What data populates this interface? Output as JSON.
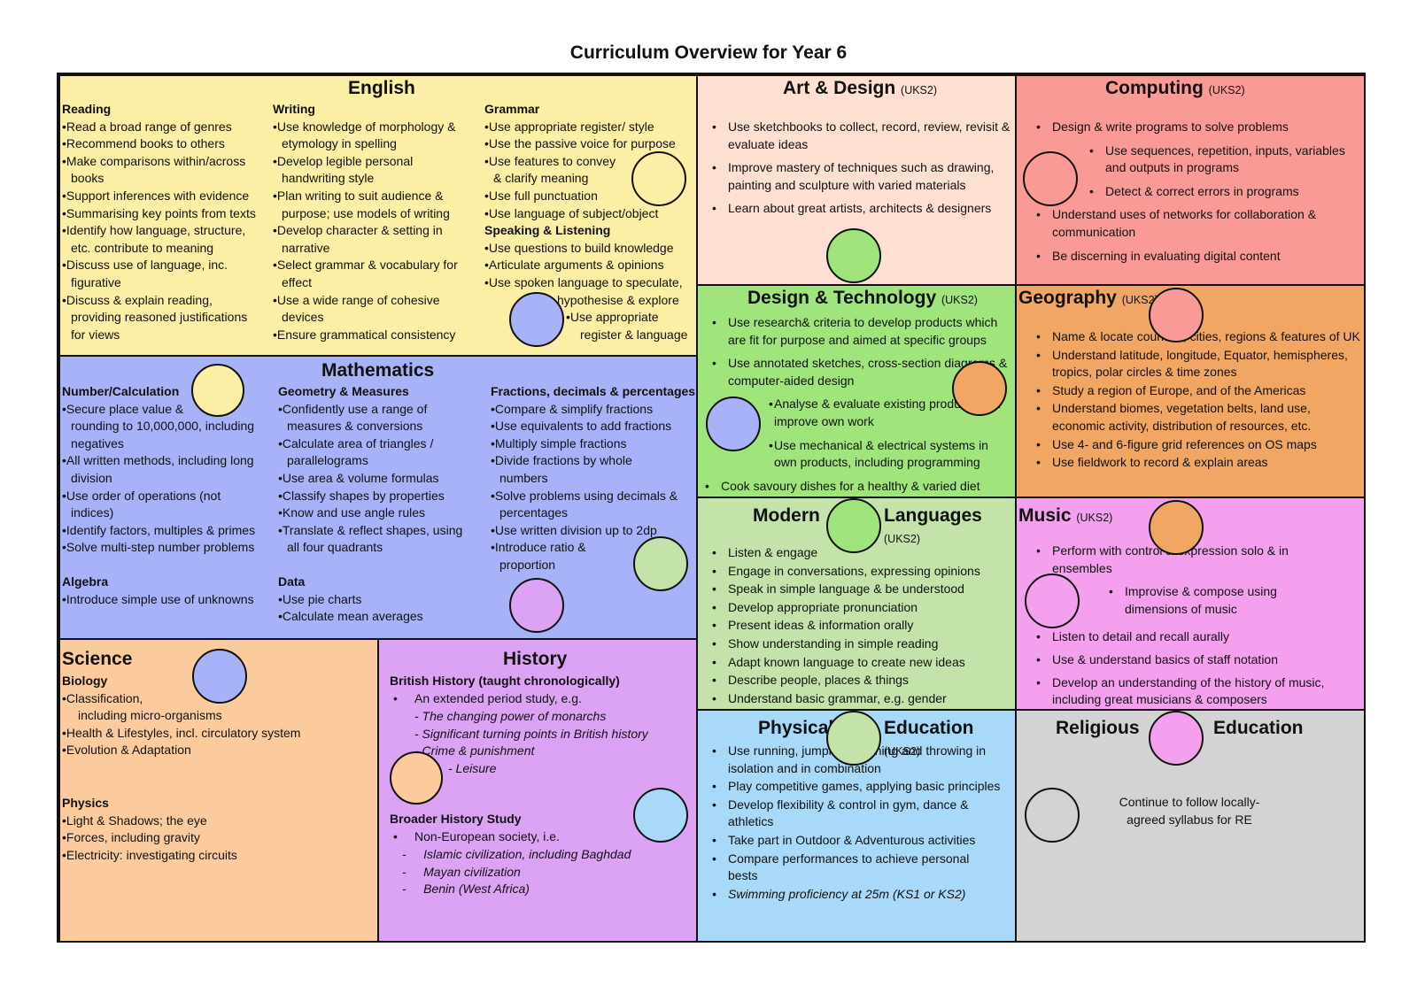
{
  "title": "Curriculum Overview for Year 6",
  "colors": {
    "english": "#fbeea5",
    "maths": "#a7b2f8",
    "art": "#fde0d2",
    "computing": "#f99a96",
    "dt": "#9fe57b",
    "geography": "#f2a664",
    "languages": "#c3e3aa",
    "music": "#f5a0ee",
    "science": "#fbcb9e",
    "history": "#dca3f4",
    "pe": "#a8d9f8",
    "re": "#d3d3d3"
  },
  "english": {
    "title": "English",
    "reading": {
      "heading": "Reading",
      "lines": [
        "•Read a broad range of genres",
        "•Recommend books to others",
        "•Make comparisons within/across",
        "books",
        "•Support inferences with evidence",
        "•Summarising key points from texts",
        "•Identify how language, structure,",
        "etc. contribute to meaning",
        "•Discuss use of language, inc.",
        "figurative",
        "•Discuss & explain reading,",
        "providing reasoned justifications",
        "for views"
      ]
    },
    "writing": {
      "heading": "Writing",
      "lines": [
        "•Use knowledge of morphology &",
        "etymology in spelling",
        "•Develop legible personal",
        "handwriting style",
        "•Plan writing to suit audience &",
        "purpose; use models of writing",
        "•Develop character & setting in",
        "narrative",
        "•Select grammar & vocabulary for",
        "effect",
        "•Use a wide range of cohesive",
        "devices",
        "•Ensure grammatical consistency"
      ]
    },
    "grammar": {
      "heading": "Grammar",
      "lines": [
        "•Use appropriate register/ style",
        "•Use the passive voice for purpose",
        "•Use features to convey",
        "& clarify meaning",
        "•Use full punctuation",
        "•Use language of subject/object"
      ]
    },
    "speaking": {
      "heading": "Speaking & Listening",
      "lines": [
        "•Use questions to build knowledge",
        "•Articulate arguments & opinions",
        "•Use spoken language to speculate,",
        "hypothesise & explore",
        "•Use appropriate",
        "register & language"
      ]
    }
  },
  "maths": {
    "title": "Mathematics",
    "number": {
      "heading": "Number/Calculation",
      "lines": [
        "•Secure place value &",
        "rounding to 10,000,000, including",
        "negatives",
        "•All written methods, including long",
        "division",
        "•Use order of operations (not",
        "indices)",
        "•Identify factors, multiples & primes",
        "•Solve multi-step number problems"
      ]
    },
    "algebra": {
      "heading": "Algebra",
      "lines": [
        "•Introduce simple use of unknowns"
      ]
    },
    "geometry": {
      "heading": "Geometry & Measures",
      "lines": [
        "•Confidently use a range of",
        "measures & conversions",
        "•Calculate area of triangles /",
        "parallelograms",
        "•Use area & volume formulas",
        "•Classify shapes by properties",
        "•Know and use angle rules",
        "•Translate & reflect shapes, using",
        "all four quadrants"
      ]
    },
    "data": {
      "heading": "Data",
      "lines": [
        "•Use pie charts",
        "•Calculate mean averages"
      ]
    },
    "fractions": {
      "heading": "Fractions, decimals & percentages",
      "lines": [
        "•Compare & simplify fractions",
        "•Use equivalents to add fractions",
        "•Multiply simple fractions",
        "•Divide fractions by whole",
        "numbers",
        "•Solve problems using decimals &",
        "percentages",
        "•Use written division up to 2dp",
        "•Introduce ratio &",
        "proportion"
      ]
    }
  },
  "art": {
    "title": "Art & Design",
    "sub": "(UKS2)",
    "items": [
      "Use sketchbooks to collect, record, review, revisit & evaluate ideas",
      "Improve mastery of techniques such as drawing, painting and sculpture with varied materials",
      "Learn about great artists, architects & designers"
    ]
  },
  "computing": {
    "title": "Computing",
    "sub": "(UKS2)",
    "items": [
      "Design & write programs to solve problems",
      "Use sequences, repetition, inputs, variables and outputs in programs",
      "Detect & correct errors in programs",
      "Understand uses of networks for collaboration & communication",
      "Be discerning in evaluating digital content"
    ]
  },
  "dt": {
    "title": "Design & Technology",
    "sub": "(UKS2)",
    "items": [
      "Use research& criteria to develop products which are fit for purpose and aimed at specific groups",
      "Use annotated sketches, cross-section diagrams & computer-aided design",
      "Analyse & evaluate existing products and improve own work",
      "Use mechanical & electrical systems in own products, including programming",
      "Cook savoury dishes for a healthy & varied diet"
    ]
  },
  "geography": {
    "title": "Geography",
    "sub": "(UKS2)",
    "items": [
      "Name & locate counties, cities, regions & features of UK",
      "Understand latitude, longitude, Equator, hemispheres, tropics, polar circles & time zones",
      "Study a region of Europe, and of the Americas",
      "Understand biomes, vegetation belts, land use, economic activity, distribution of resources, etc.",
      "Use 4- and 6-figure grid references on OS maps",
      "Use fieldwork to record & explain areas"
    ]
  },
  "languages": {
    "title_left": "Modern",
    "title_right": "Languages",
    "sub": "(UKS2)",
    "items": [
      "Listen & engage",
      "Engage in conversations, expressing opinions",
      "Speak in simple language & be understood",
      "Develop appropriate pronunciation",
      "Present ideas & information orally",
      "Show understanding in simple reading",
      "Adapt known language to create new ideas",
      "Describe people, places & things",
      "Understand basic grammar, e.g. gender"
    ]
  },
  "music": {
    "title": "Music",
    "sub": "(UKS2)",
    "items": [
      "Perform with control & expression solo & in ensembles",
      "Improvise & compose using dimensions of music",
      "Listen to detail and recall aurally",
      "Use & understand basics of staff notation",
      "Develop an understanding of the history of music, including great musicians & composers"
    ]
  },
  "science": {
    "title": "Science",
    "biology": {
      "heading": "Biology",
      "lines": [
        "•Classification,",
        "including micro-organisms",
        "•Health & Lifestyles, incl. circulatory system",
        "•Evolution & Adaptation"
      ]
    },
    "physics": {
      "heading": "Physics",
      "lines": [
        "•Light & Shadows; the eye",
        "•Forces, including gravity",
        "•Electricity: investigating circuits"
      ]
    }
  },
  "history": {
    "title": "History",
    "british": {
      "heading": "British History (taught chronologically)",
      "intro": "An extended period study, e.g.",
      "lines": [
        "- The changing power of monarchs",
        "- Significant turning points in British history",
        "- Crime & punishment",
        "- Leisure"
      ]
    },
    "broader": {
      "heading": "Broader History Study",
      "intro": "Non-European society, i.e.",
      "lines": [
        "Islamic civilization, including Baghdad",
        "Mayan civilization",
        "Benin (West Africa)"
      ]
    }
  },
  "pe": {
    "title_left": "Physical",
    "title_right": "Education",
    "sub": "(UKS2)",
    "items": [
      "Use running, jumping, catching and throwing in isolation and  in combination",
      "Play competitive games, applying basic principles",
      "Develop flexibility & control in gym, dance & athletics",
      "Take part in Outdoor & Adventurous activities",
      "Compare performances to achieve personal bests",
      "Swimming proficiency at 25m (KS1 or KS2)"
    ]
  },
  "re": {
    "title_left": "Religious",
    "title_right": "Education",
    "text": "Continue to follow locally-agreed syllabus for RE"
  }
}
